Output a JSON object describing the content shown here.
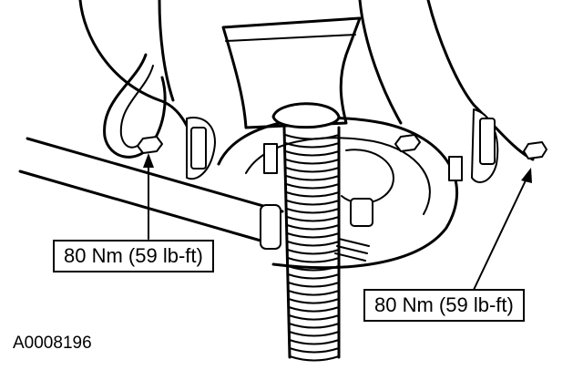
{
  "diagram": {
    "callouts": [
      {
        "id": "left",
        "text": "80 Nm (59 lb-ft)"
      },
      {
        "id": "right",
        "text": "80 Nm (59 lb-ft)"
      }
    ],
    "figure_id": "A0008196"
  }
}
